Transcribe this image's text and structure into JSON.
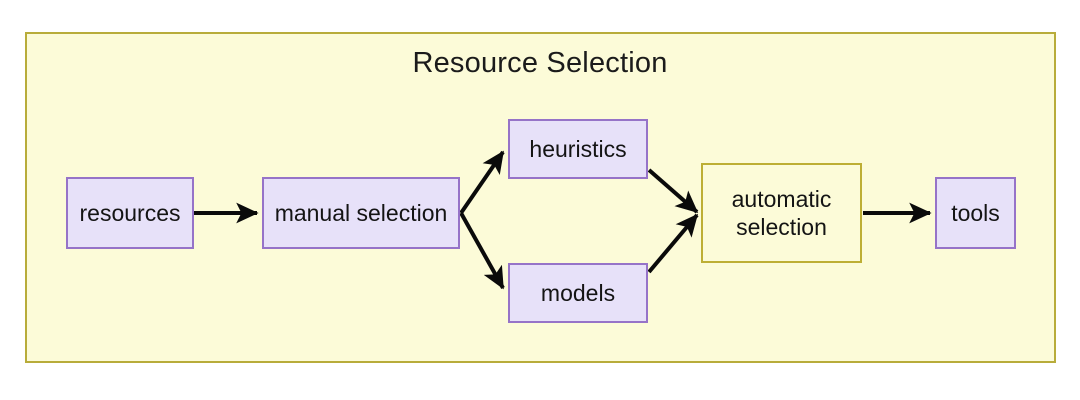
{
  "diagram": {
    "title": "Resource Selection",
    "type": "flowchart",
    "colors": {
      "container_fill": "#fcfbd8",
      "container_border": "#b8ac3a",
      "node_purple_fill": "#e7e1f9",
      "node_purple_border": "#9673c8",
      "node_yellow_fill": "#fcfbd8",
      "node_yellow_border": "#bdae34",
      "edge": "#0a0a0a",
      "text": "#141414"
    },
    "nodes": [
      {
        "id": "resources",
        "label": "resources",
        "style": "purple"
      },
      {
        "id": "manual",
        "label": "manual selection",
        "style": "purple"
      },
      {
        "id": "heuristics",
        "label": "heuristics",
        "style": "purple"
      },
      {
        "id": "models",
        "label": "models",
        "style": "purple"
      },
      {
        "id": "automatic",
        "label": "automatic\nselection",
        "line1": "automatic",
        "line2": "selection",
        "style": "yellow"
      },
      {
        "id": "tools",
        "label": "tools",
        "style": "purple"
      }
    ],
    "edges": [
      {
        "from": "resources",
        "to": "manual",
        "arrow": "end"
      },
      {
        "from": "manual",
        "to": "heuristics",
        "arrow": "end"
      },
      {
        "from": "manual",
        "to": "models",
        "arrow": "end"
      },
      {
        "from": "heuristics",
        "to": "automatic",
        "arrow": "end"
      },
      {
        "from": "models",
        "to": "automatic",
        "arrow": "end"
      },
      {
        "from": "automatic",
        "to": "tools",
        "arrow": "end"
      }
    ]
  }
}
